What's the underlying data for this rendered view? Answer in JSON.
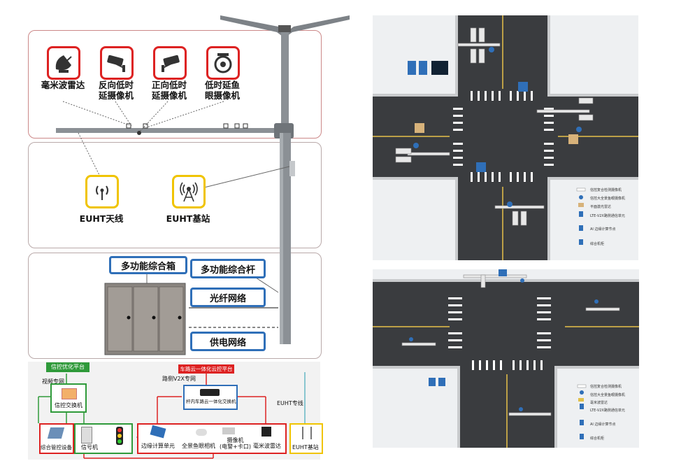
{
  "pole": {
    "sensors": [
      {
        "label": "毫米波雷达",
        "icon": "radar-icon"
      },
      {
        "label": "反向低时\n延摄像机",
        "icon": "camera-icon"
      },
      {
        "label": "正向低时\n延摄像机",
        "icon": "camera-icon"
      },
      {
        "label": "低时延鱼\n眼摄像机",
        "icon": "fisheye-camera-icon"
      }
    ],
    "network": [
      {
        "label": "EUHT天线",
        "icon": "antenna-icon"
      },
      {
        "label": "EUHT基站",
        "icon": "base-station-icon"
      }
    ],
    "boxes": {
      "cabinet": "多功能综合箱",
      "pole": "多功能综合杆",
      "fiber": "光纤网络",
      "power": "供电网络"
    }
  },
  "system": {
    "signal_platform": "信控优化平台",
    "video_net": "视频专网",
    "signal_switch": "信控交换机",
    "cloud_platform": "车路云一体化云控平台",
    "v2x_net": "路侧V2X专网",
    "pole_switch": "杆内车路云一体化交换机",
    "euht_line": "EUHT专线",
    "traffic_device": "综合管控设备",
    "signal_machine": "信号机",
    "edge_unit": "边缘计算单元",
    "fisheye": "全景鱼眼相机",
    "camera": "摄像机\n(电警+卡口)",
    "radar": "毫米波雷达",
    "euht_station": "EUHT基站",
    "colors": {
      "green": "#2f9a3a",
      "red": "#dd2222",
      "blue": "#2f6fb8",
      "yellow": "#f0c400"
    }
  },
  "legend_top": [
    "信控复合检测摄像机",
    "信控大全景鱼眼摄像机",
    "平面激光雷达",
    "LTE-V2X路侧通信单元",
    "AI 边缘计算节点",
    "综合机柜"
  ],
  "legend_bottom": [
    "信控复合检测摄像机",
    "信控大全景鱼眼摄像机",
    "毫米波雷达",
    "LTE-V2X路侧通信单元",
    "AI 边缘计算节点",
    "综合机柜"
  ]
}
